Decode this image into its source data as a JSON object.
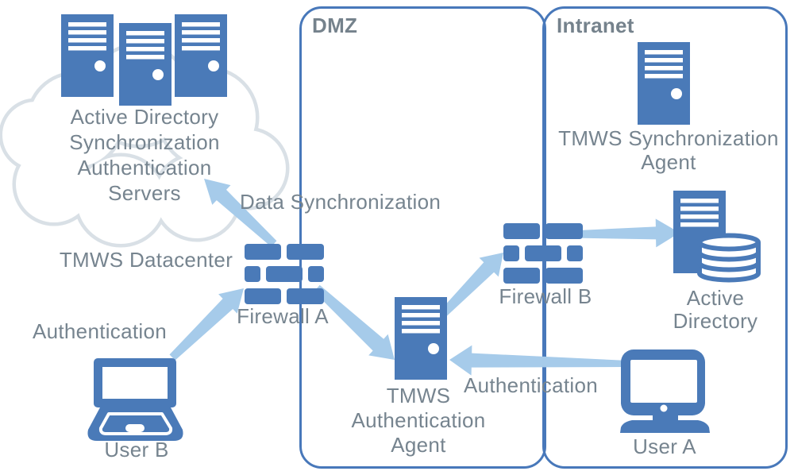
{
  "colors": {
    "icon_blue": "#4a7ab8",
    "zone_border_blue": "#4878ba",
    "arrow_blue": "#a6cbea",
    "cloud_outline": "#d9e0e6",
    "label_gray": "#76848f",
    "zone_title_gray": "#75828c"
  },
  "zones": {
    "dmz": "DMZ",
    "intranet": "Intranet"
  },
  "nodes": {
    "datacenter": {
      "lines": [
        "Active Directory",
        "Synchronization",
        "Authentication",
        "Servers"
      ]
    },
    "datacenter_caption": "TMWS Datacenter",
    "user_b": "User B",
    "firewall_a": "Firewall A",
    "auth_agent": {
      "lines": [
        "TMWS",
        "Authentication",
        "Agent"
      ]
    },
    "firewall_b": "Firewall B",
    "sync_agent": {
      "lines": [
        "TMWS Synchronization",
        "Agent"
      ]
    },
    "active_directory": {
      "lines": [
        "Active",
        "Directory"
      ]
    },
    "user_a": "User A"
  },
  "edges": {
    "data_sync": "Data Synchronization",
    "auth_user_b": "Authentication",
    "auth_user_a": "Authentication"
  }
}
